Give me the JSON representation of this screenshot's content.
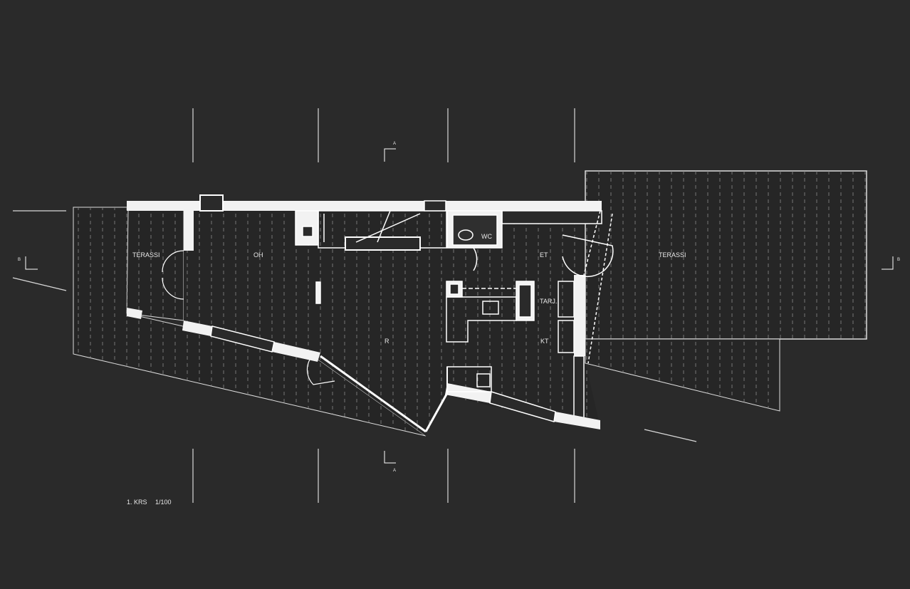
{
  "drawing": {
    "title": "1. KRS",
    "scale": "1/100",
    "background_color": "#2a2a2a",
    "line_color": "#ffffff"
  },
  "rooms": {
    "terrace_left": "TERASSI",
    "oh": "OH",
    "wc": "WC",
    "et": "ET",
    "terrace_right": "TERASSI",
    "tarj": "TARJ.",
    "kt": "KT",
    "r": "R"
  },
  "section_marks": {
    "a_top": "A",
    "a_bottom": "A",
    "b_left": "B",
    "b_right": "B"
  }
}
